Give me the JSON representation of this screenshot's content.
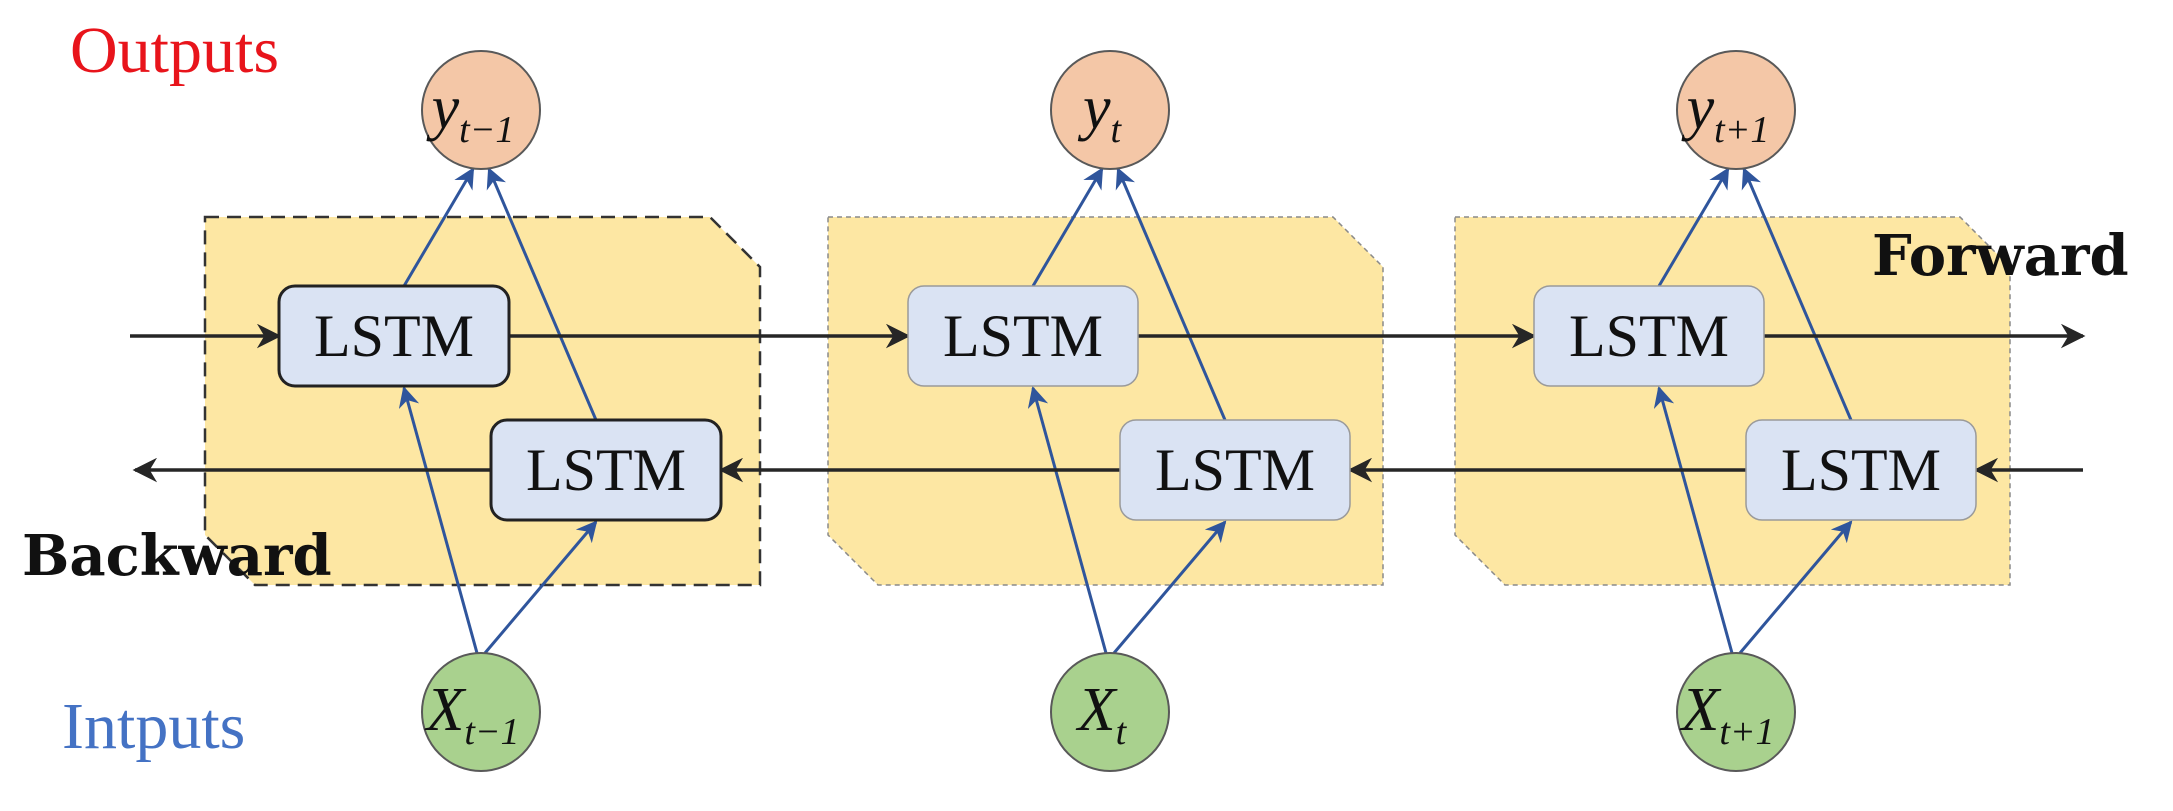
{
  "labels": {
    "outputs": "Outputs",
    "inputs": "Intputs",
    "forward": "Forward",
    "backward": "Backward"
  },
  "cell_label": "LSTM",
  "steps": [
    {
      "output": {
        "base": "y",
        "sub": "t−1"
      },
      "input": {
        "base": "X",
        "sub": "t−1"
      }
    },
    {
      "output": {
        "base": "y",
        "sub": "t"
      },
      "input": {
        "base": "X",
        "sub": "t"
      }
    },
    {
      "output": {
        "base": "y",
        "sub": "t+1"
      },
      "input": {
        "base": "X",
        "sub": "t+1"
      }
    }
  ],
  "colors": {
    "outputs_label": "#e8141b",
    "inputs_label": "#4472c4",
    "panel_fill": "#fde7a3",
    "cell_fill": "#dae3f3",
    "output_node": "#f4c7a7",
    "input_node": "#a9d18e",
    "node_stroke": "#595959",
    "connector": "#2f559c",
    "flow_arrow": "#262626"
  }
}
